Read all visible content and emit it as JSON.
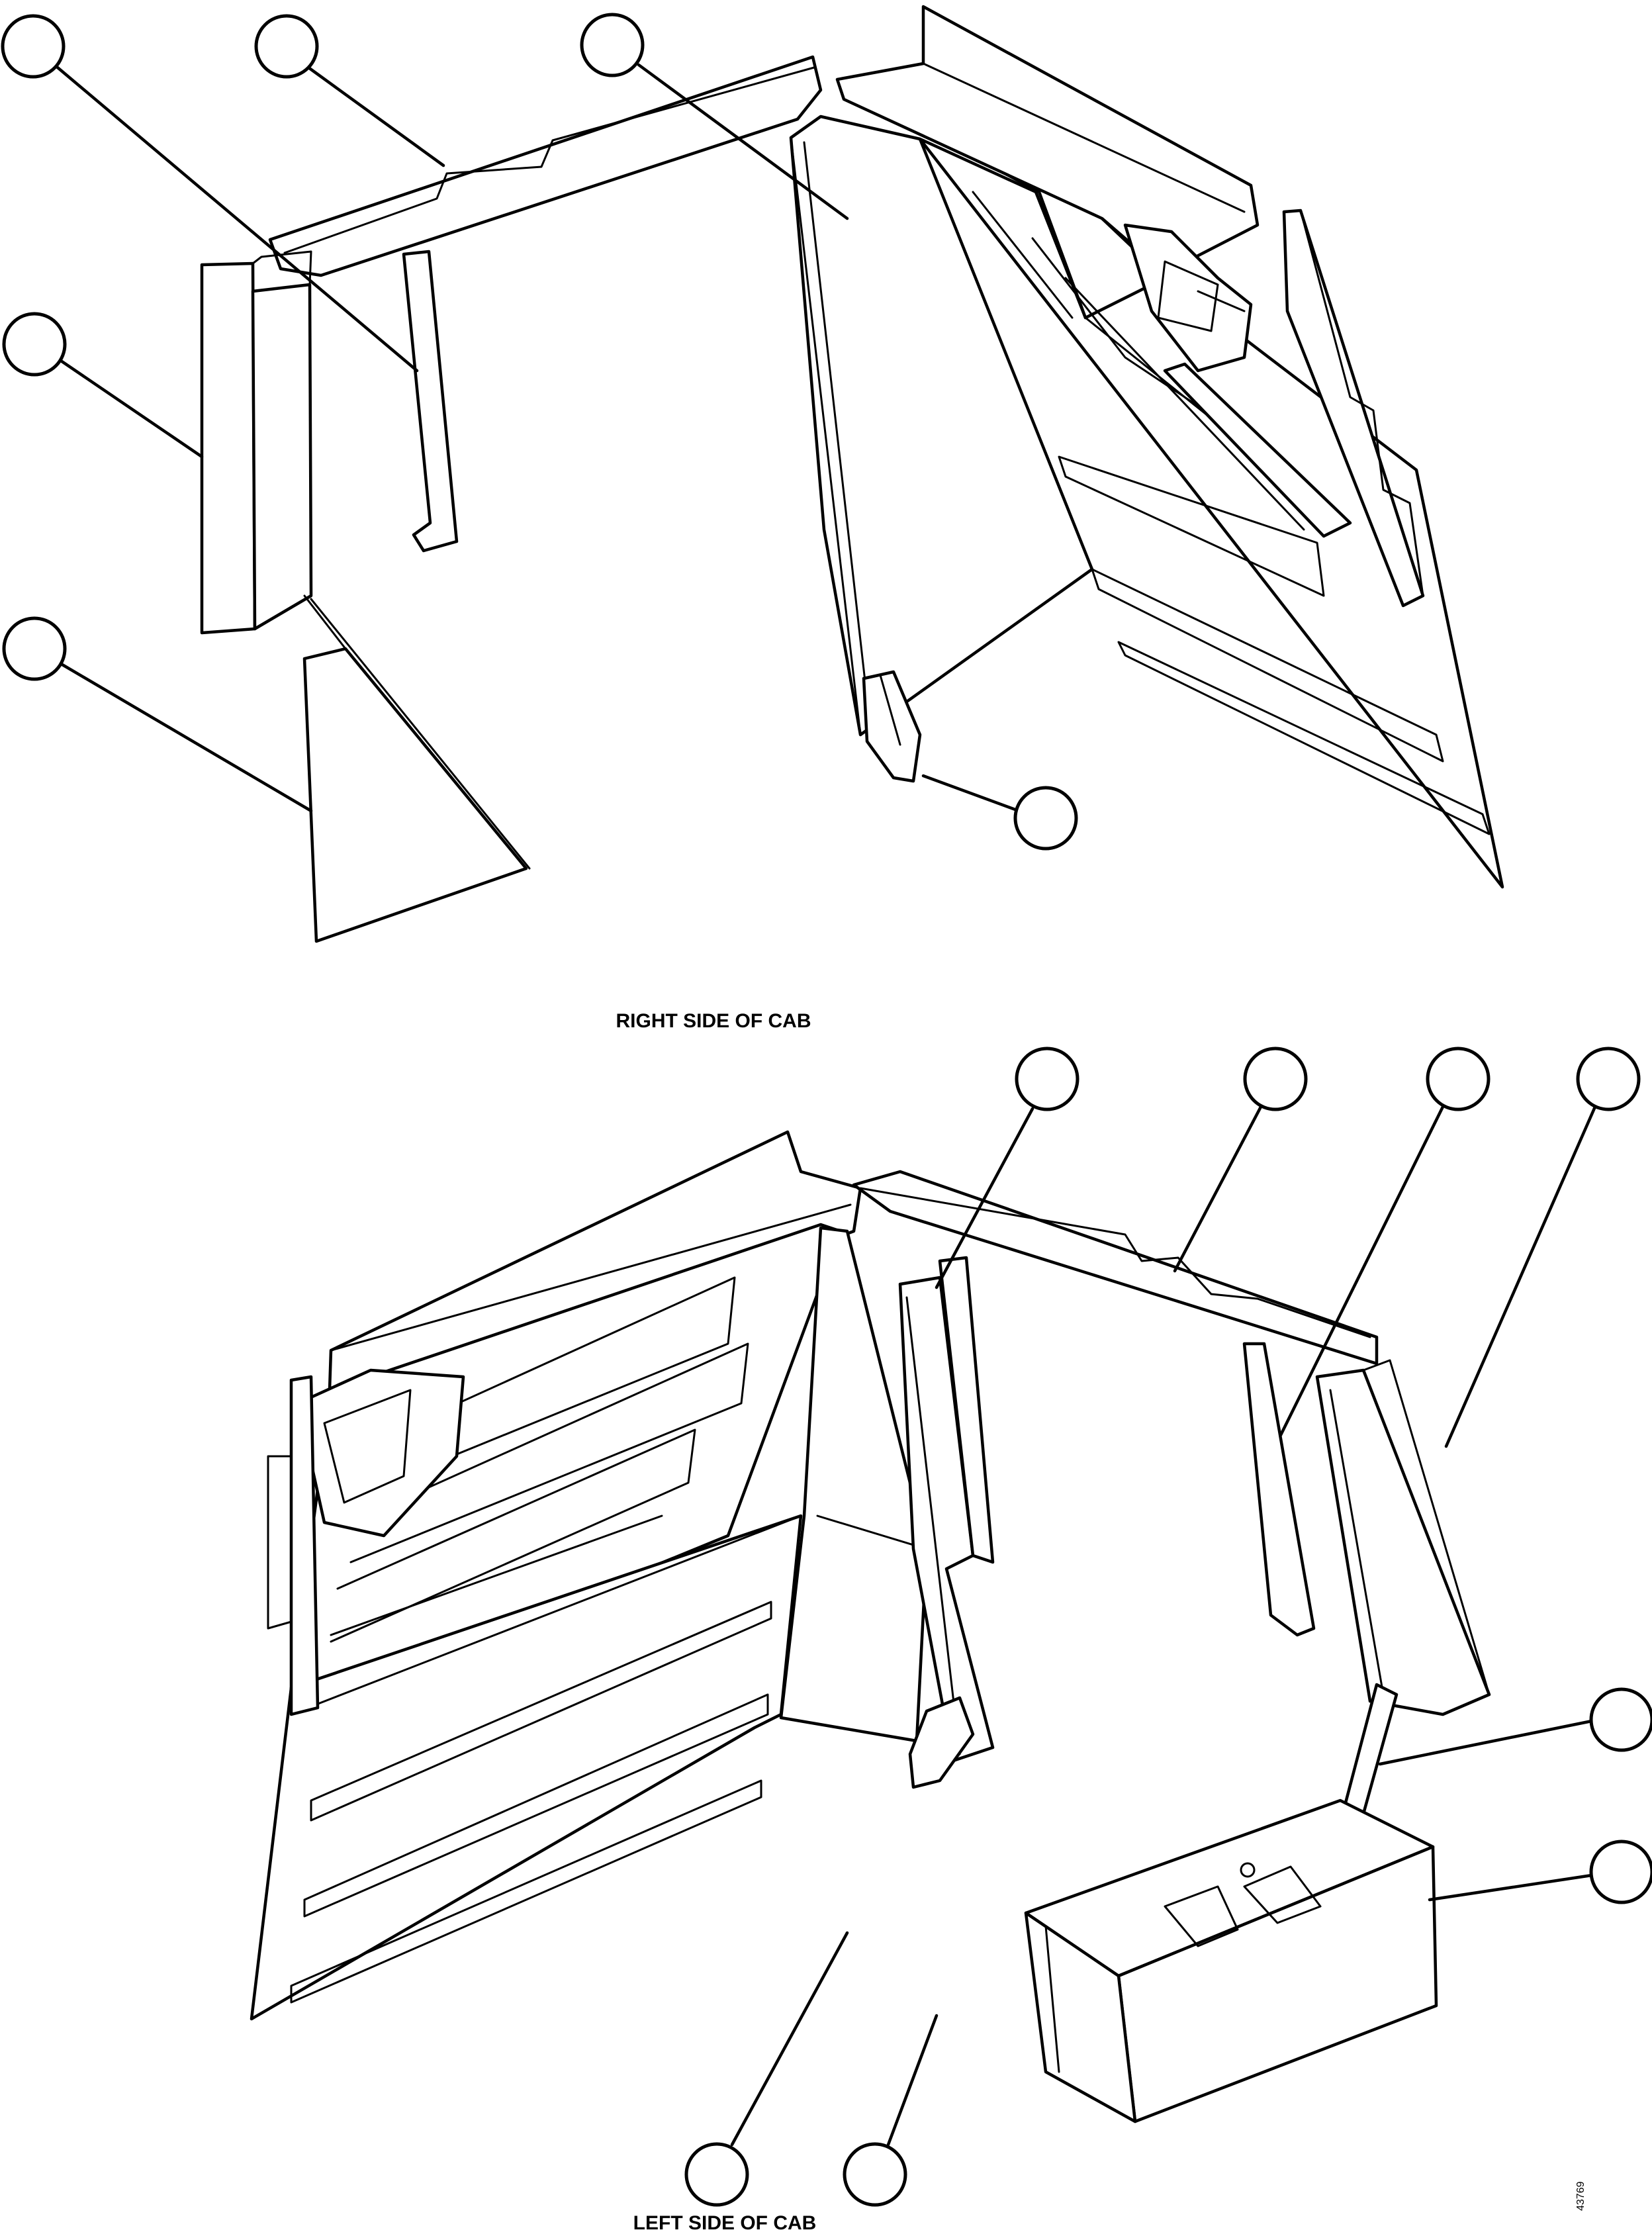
{
  "captions": {
    "top": "RIGHT SIDE OF CAB",
    "bottom": "LEFT SIDE OF CAB"
  },
  "figure_code": "43769"
}
